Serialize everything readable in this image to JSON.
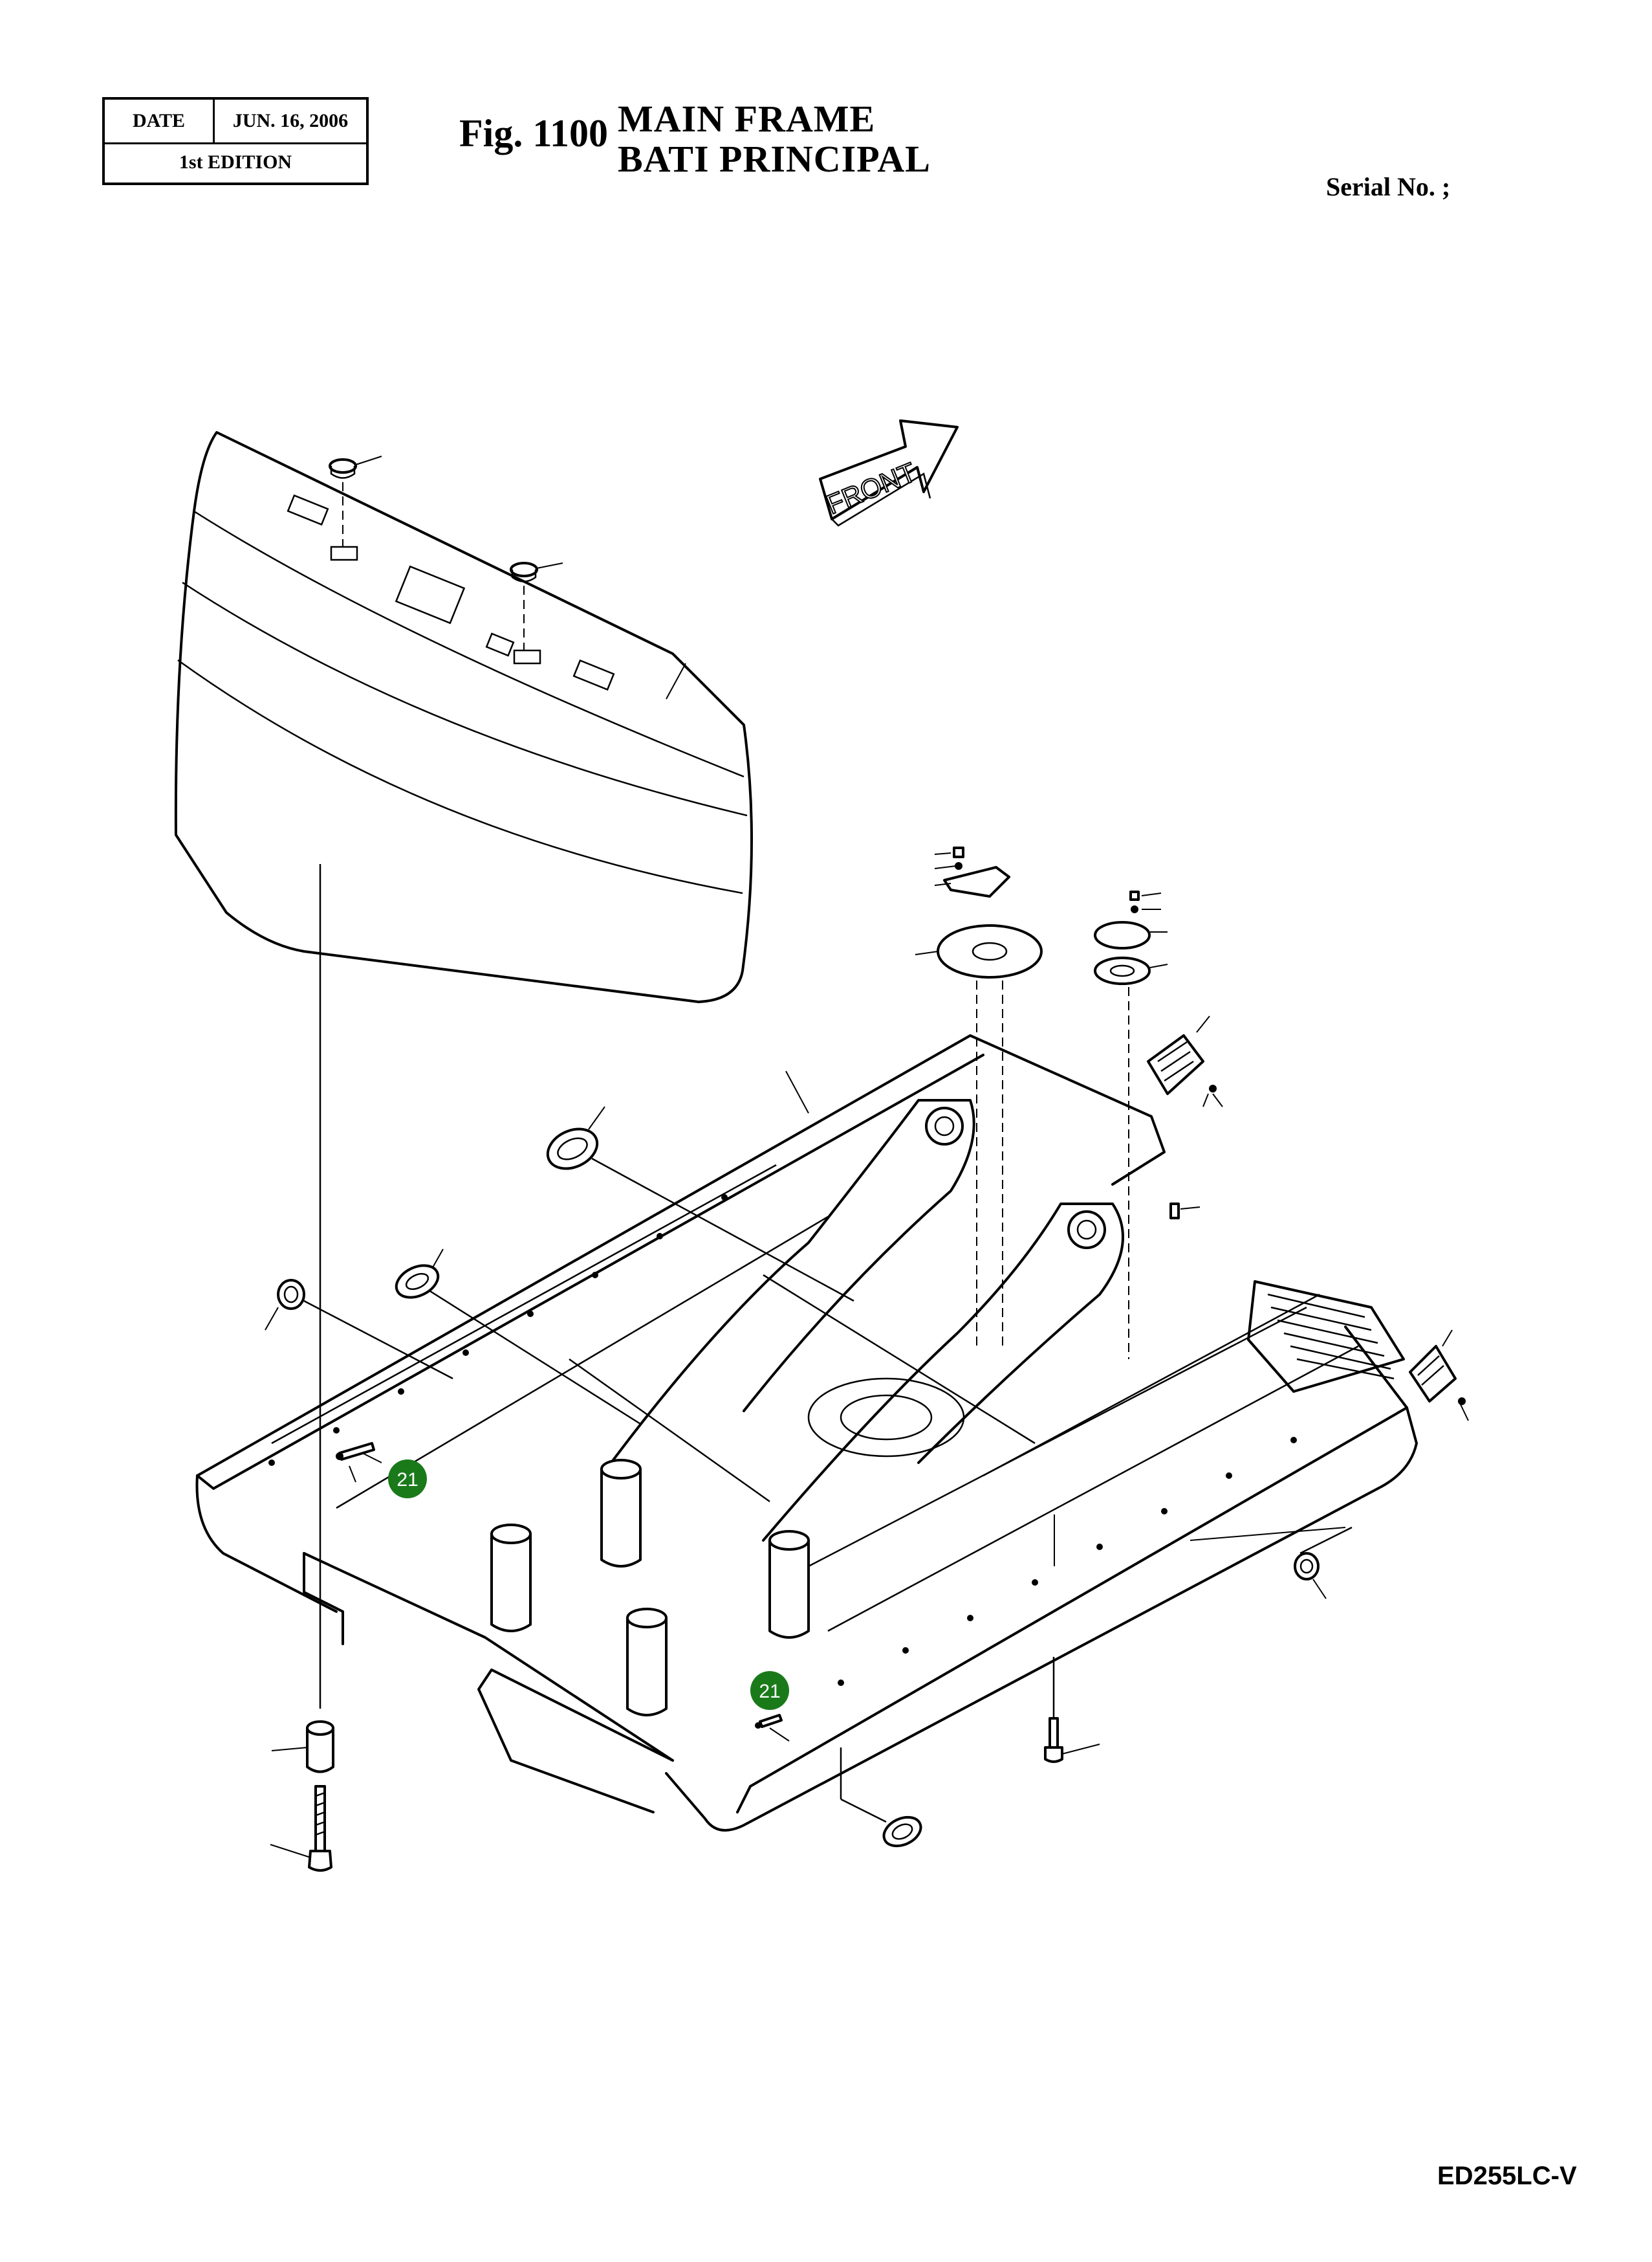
{
  "header": {
    "date_label": "DATE",
    "date_value": "JUN. 16, 2006",
    "edition": "1st EDITION",
    "fig_label": "Fig. 1100",
    "title_en": "MAIN FRAME",
    "title_fr": "BATI PRINCIPAL",
    "serial": "Serial No. ;"
  },
  "diagram": {
    "direction_label": "FRONT",
    "callouts": [
      "21",
      "21"
    ],
    "callout_color": "#1a7a1a"
  },
  "footer": {
    "model": "ED255LC-V"
  }
}
